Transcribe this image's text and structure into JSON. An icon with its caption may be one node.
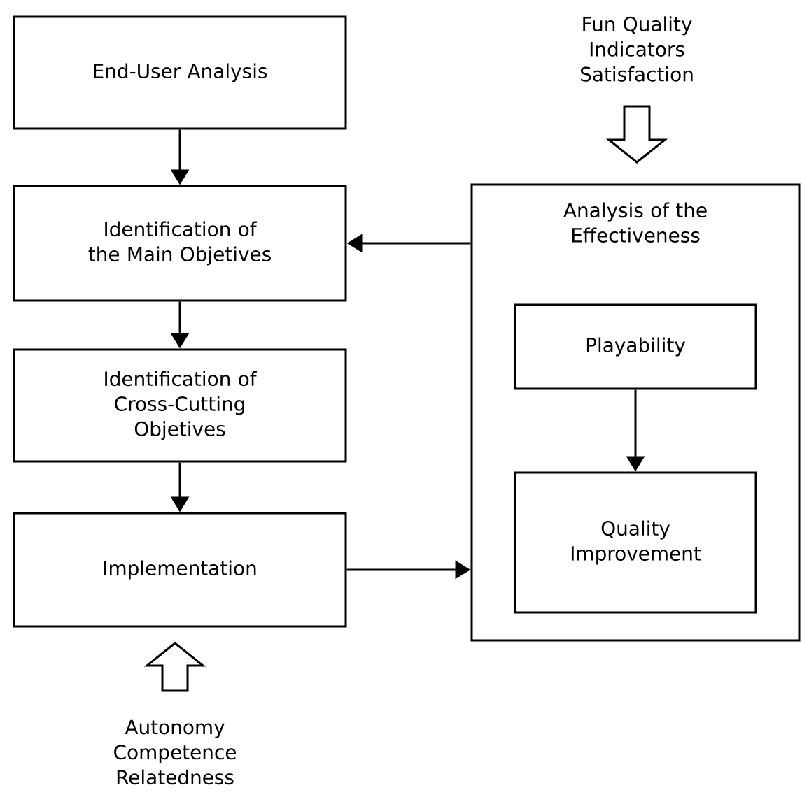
{
  "diagram": {
    "nodes": [
      {
        "text": [
          "End-User Analysis"
        ]
      },
      {
        "text": [
          "Identification of the Main Objetives"
        ]
      },
      {
        "text": [
          "Identification of Cross-Cutting Objetives"
        ]
      },
      {
        "text": [
          "Implementation"
        ]
      },
      {
        "text": [
          "Analysis of the Effectiveness"
        ]
      },
      {
        "text": [
          "Playability"
        ],
        "in": 4
      },
      {
        "text": [
          "Quality Improvement"
        ],
        "in": 4
      },
      {
        "text": [
          "Fun Quality Indicators Satisfaction"
        ]
      },
      {
        "text": [
          "Autonomy Competence Relatedness"
        ]
      }
    ],
    "edges": [
      {
        "from": 0,
        "to": 1,
        "arrow": "to"
      },
      {
        "from": 1,
        "to": 2,
        "arrow": "to"
      },
      {
        "from": 2,
        "to": 3,
        "arrow": "to"
      },
      {
        "from": 4,
        "to": 1,
        "arrow": "to"
      },
      {
        "from": 3,
        "to": 4,
        "arrow": "to"
      },
      {
        "from": 5,
        "to": 6,
        "arrow": "to"
      },
      {
        "from": 7,
        "to": 4,
        "arrow": "to",
        "style": "thick"
      },
      {
        "from": 8,
        "to": 3,
        "arrow": "to",
        "style": "thick"
      }
    ]
  }
}
